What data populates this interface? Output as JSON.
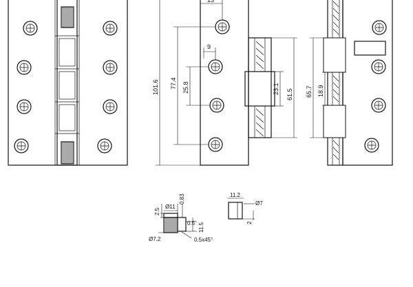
{
  "dimensions": {
    "top_width": "13",
    "slot_offset": "9",
    "height_total": "101.6",
    "height_screws": "77.4",
    "screw_pitch": "25.8",
    "knuckle": "23.1",
    "knuckle_span": "61.5",
    "back_height": "65.7",
    "back_knuckle": "18.9",
    "pin_head_dia": "Ø11",
    "pin_head_h": "0.83",
    "pin_top": "2.5",
    "pin_neck": "0.5",
    "pin_len": "11.5",
    "pin_dia": "Ø7.2",
    "pin_chamfer": "0.5x45°",
    "bush_len": "11.2",
    "bush_dia": "Ø7",
    "bush_wall": "2"
  }
}
